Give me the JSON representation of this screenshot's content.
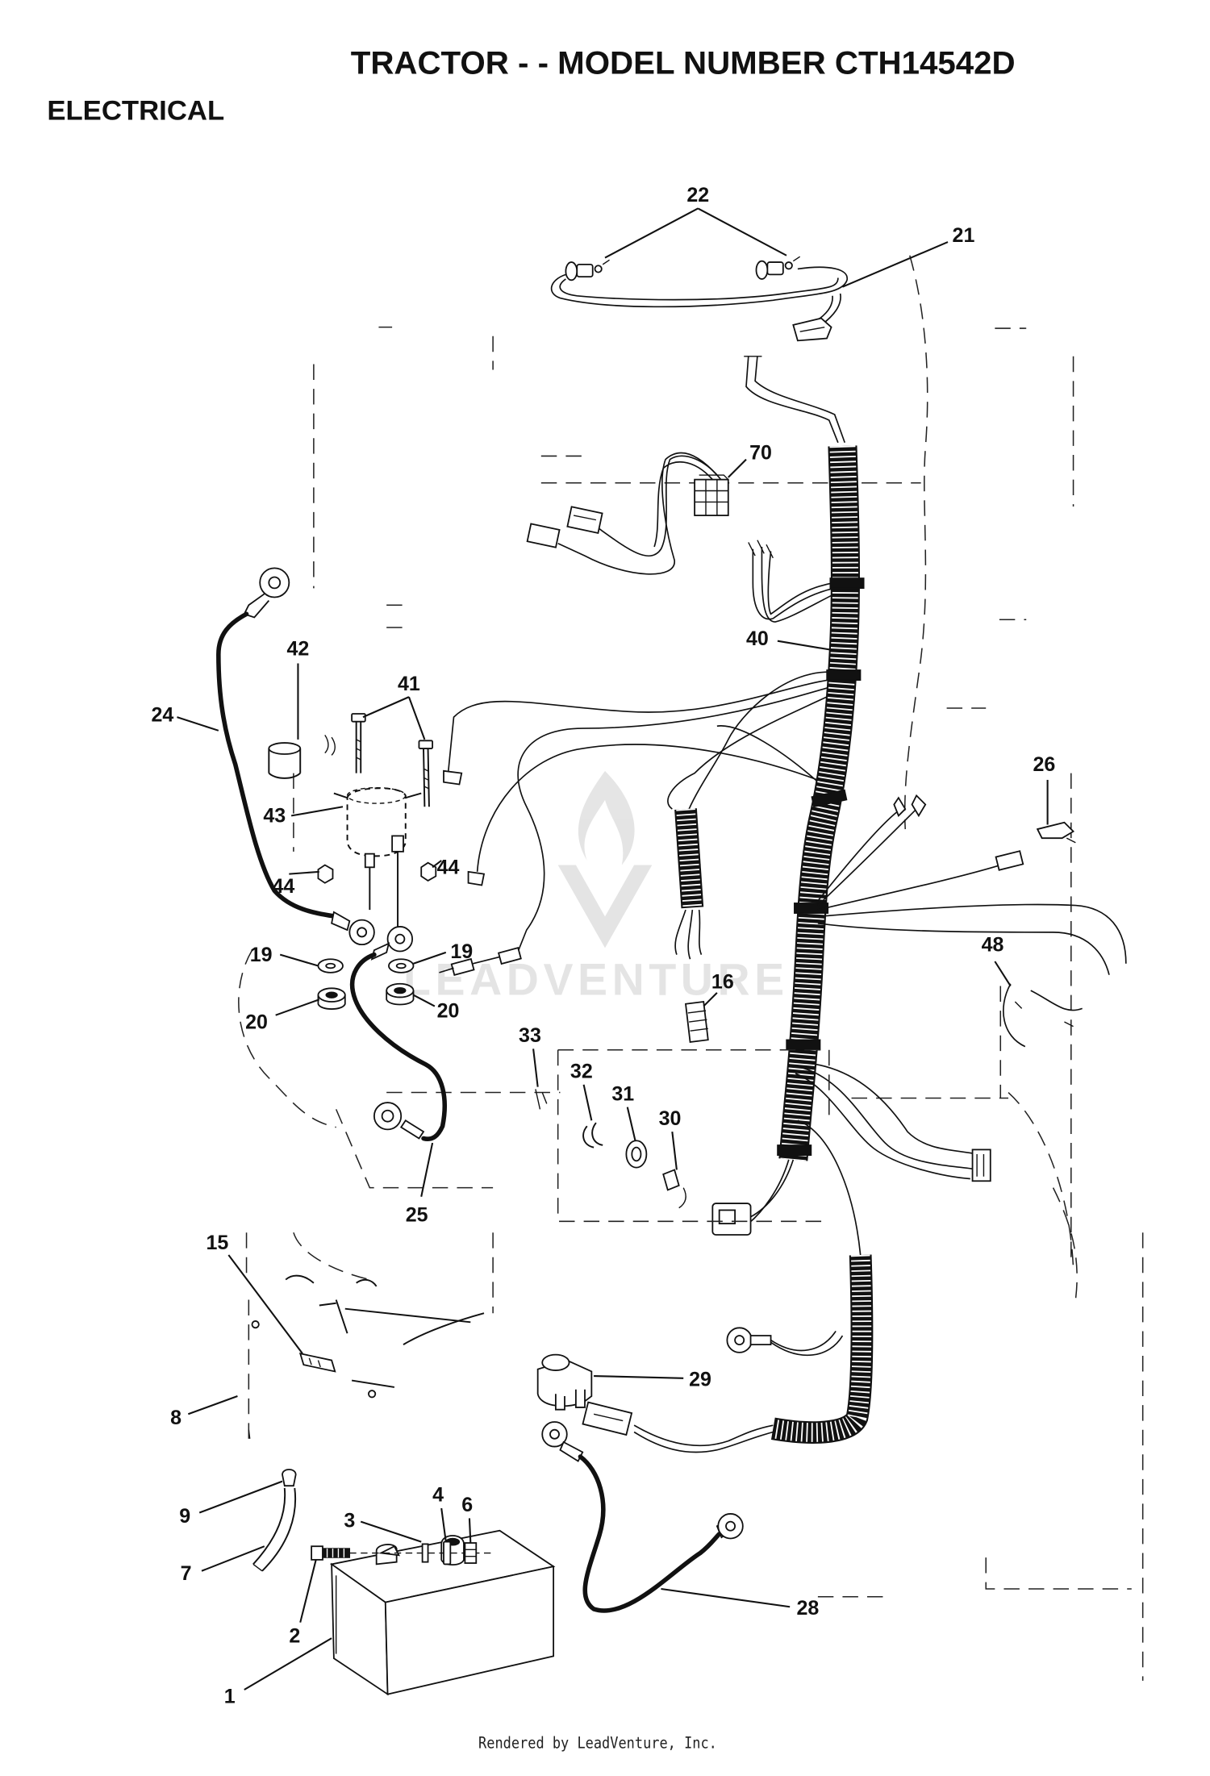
{
  "title": "TRACTOR - - MODEL NUMBER CTH14542D",
  "section": "ELECTRICAL",
  "footer": "Rendered by LeadVenture, Inc.",
  "watermark": "LEADVENTURE",
  "callouts": [
    "22",
    "21",
    "70",
    "40",
    "42",
    "41",
    "24",
    "26",
    "43",
    "44",
    "44",
    "48",
    "19",
    "19",
    "16",
    "20",
    "20",
    "33",
    "32",
    "31",
    "30",
    "25",
    "15",
    "29",
    "8",
    "9",
    "3",
    "4",
    "6",
    "7",
    "2",
    "28",
    "1"
  ]
}
